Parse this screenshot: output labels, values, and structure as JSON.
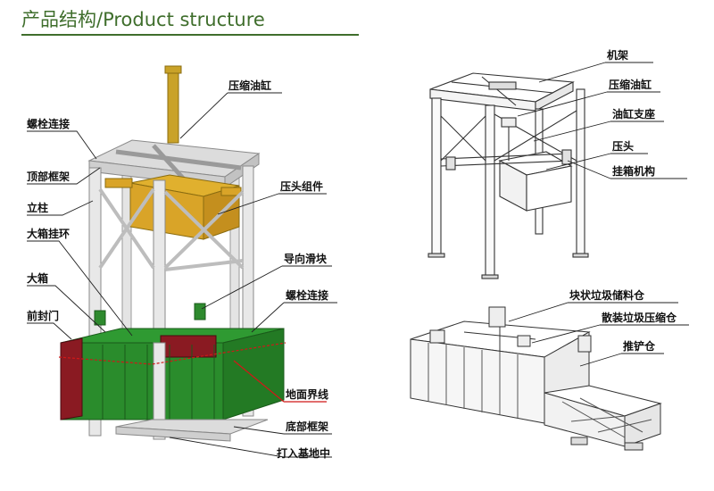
{
  "header": {
    "title": "产品结构/Product structure"
  },
  "left_diagram": {
    "labels": {
      "cylinder": "压缩油缸",
      "bolt_top": "螺栓连接",
      "top_frame": "顶部框架",
      "column": "立柱",
      "hook_ring": "大箱挂环",
      "big_box": "大箱",
      "front_door": "前封门",
      "press_head_assembly": "压头组件",
      "guide_slider": "导向滑块",
      "bolt_lower": "螺栓连接",
      "ground_line": "地面界线",
      "bottom_frame": "底部框架",
      "pile": "打入基地中"
    }
  },
  "right_top_diagram": {
    "labels": {
      "frame": "机架",
      "cylinder": "压缩油缸",
      "cylinder_support": "油缸支座",
      "press_head": "压头",
      "hanging_mechanism": "挂箱机构"
    }
  },
  "right_bottom_diagram": {
    "labels": {
      "block_storage": "块状垃圾储料仓",
      "bulk_compression": "散装垃圾压缩仓",
      "push_bin": "推铲仓"
    }
  }
}
